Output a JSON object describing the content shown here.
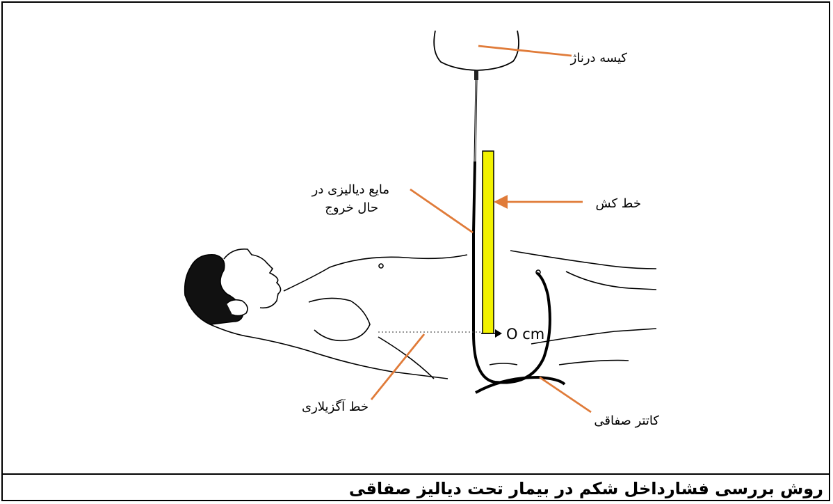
{
  "diagram": {
    "labels": {
      "drainage_bag": "کیسه درناژ",
      "ruler": "خط کش",
      "dialysate_line1": "مایع دیالیزی در",
      "dialysate_line2": "حال خروج",
      "zero_mark": "O cm",
      "axillary_line": "خط آگزیلاری",
      "peritoneal_catheter": "کاتتر صفاقی"
    },
    "colors": {
      "leader": "#e07b39",
      "ruler_fill": "#f2f200",
      "ink": "#000000"
    }
  },
  "caption": "روش بررسی فشارداخل شکم در بیمار تحت دیالیز صفاقی"
}
